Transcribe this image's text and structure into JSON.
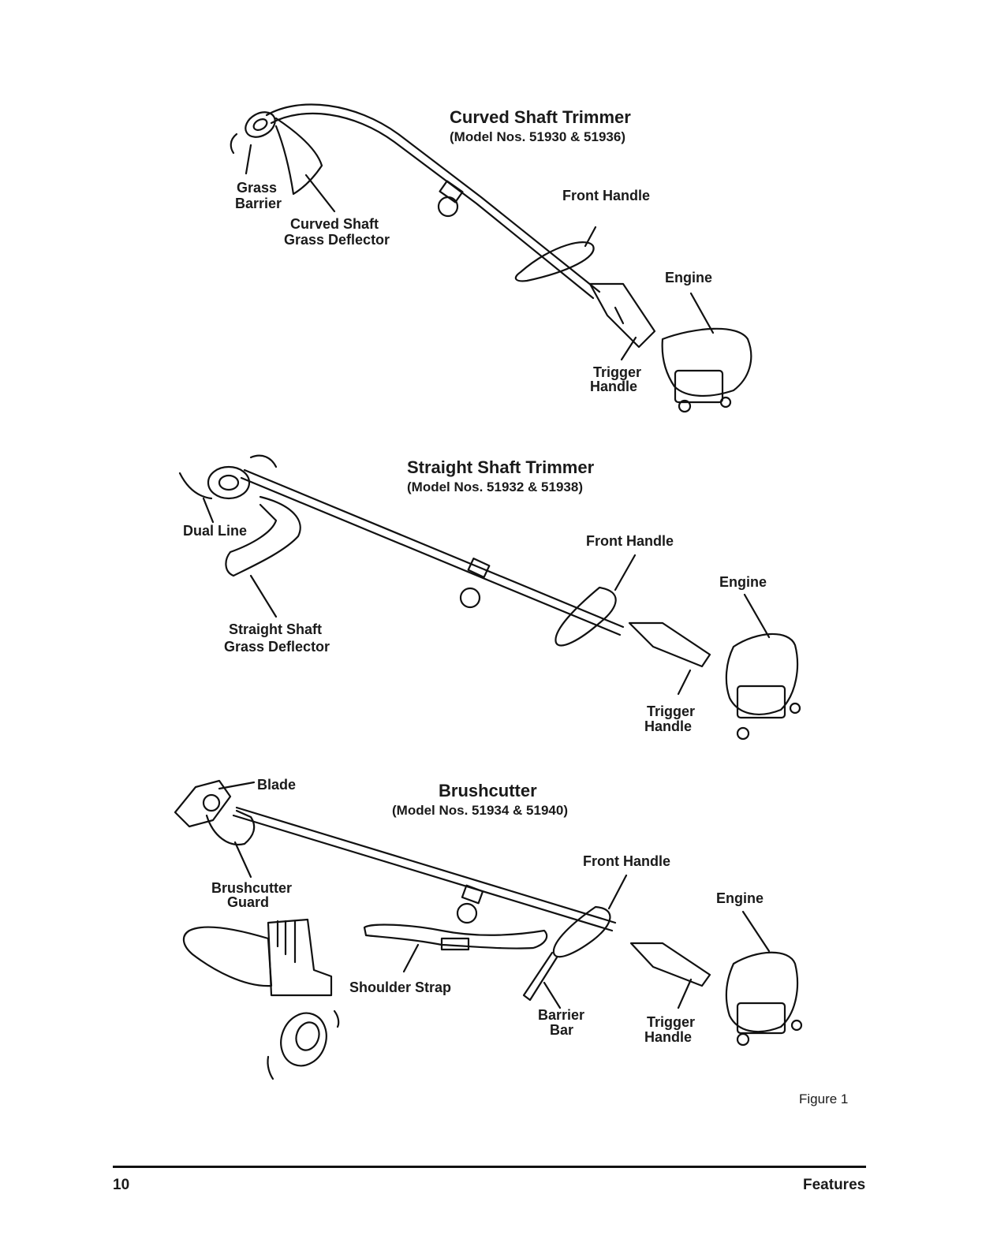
{
  "sections": {
    "curved": {
      "title": "Curved Shaft Trimmer",
      "models": "(Model Nos. 51930 & 51936)",
      "labels": {
        "grass_barrier_1": "Grass",
        "grass_barrier_2": "Barrier",
        "deflector_1": "Curved Shaft",
        "deflector_2": "Grass Deflector",
        "front_handle": "Front Handle",
        "engine": "Engine",
        "trigger_1": "Trigger",
        "trigger_2": "Handle"
      }
    },
    "straight": {
      "title": "Straight Shaft Trimmer",
      "models": "(Model Nos. 51932 & 51938)",
      "labels": {
        "dual_line": "Dual Line",
        "deflector_1": "Straight Shaft",
        "deflector_2": "Grass Deflector",
        "front_handle": "Front Handle",
        "engine": "Engine",
        "trigger_1": "Trigger",
        "trigger_2": "Handle"
      }
    },
    "brush": {
      "title": "Brushcutter",
      "models": "(Model Nos. 51934 & 51940)",
      "labels": {
        "blade": "Blade",
        "guard_1": "Brushcutter",
        "guard_2": "Guard",
        "shoulder_strap": "Shoulder Strap",
        "front_handle": "Front Handle",
        "engine": "Engine",
        "barrier_1": "Barrier",
        "barrier_2": "Bar",
        "trigger_1": "Trigger",
        "trigger_2": "Handle"
      }
    }
  },
  "figure_caption": "Figure 1",
  "footer": {
    "page_number": "10",
    "section_name": "Features"
  }
}
